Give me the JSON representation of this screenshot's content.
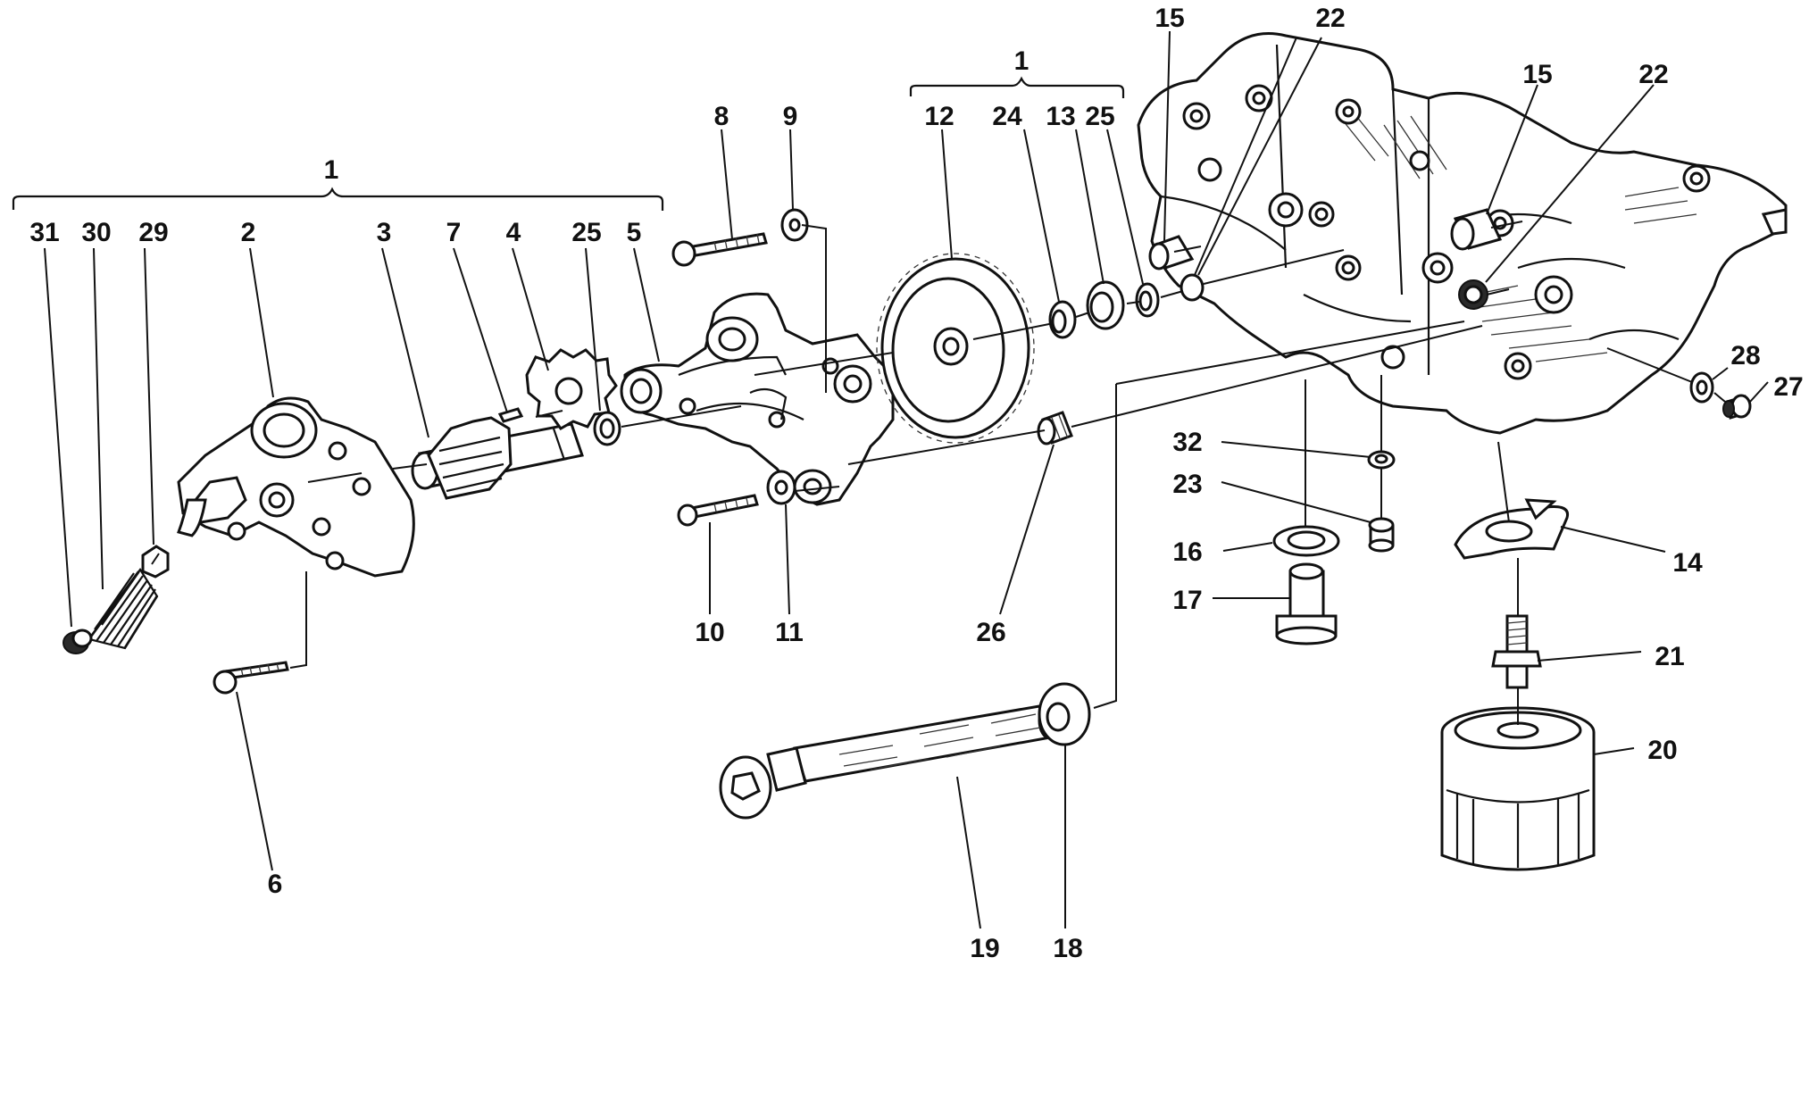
{
  "labels": {
    "l1a": "1",
    "l1b": "1",
    "l2": "2",
    "l3": "3",
    "l4": "4",
    "l5": "5",
    "l6": "6",
    "l7": "7",
    "l8": "8",
    "l9": "9",
    "l10": "10",
    "l11": "11",
    "l12": "12",
    "l13": "13",
    "l14": "14",
    "l15a": "15",
    "l15b": "15",
    "l16": "16",
    "l17": "17",
    "l18": "18",
    "l19": "19",
    "l20": "20",
    "l21": "21",
    "l22a": "22",
    "l22b": "22",
    "l23": "23",
    "l24": "24",
    "l25a": "25",
    "l25b": "25",
    "l26": "26",
    "l27": "27",
    "l28": "28",
    "l29": "29",
    "l30": "30",
    "l31": "31",
    "l32": "32"
  },
  "colors": {
    "ink": "#111111",
    "background": "#ffffff"
  }
}
